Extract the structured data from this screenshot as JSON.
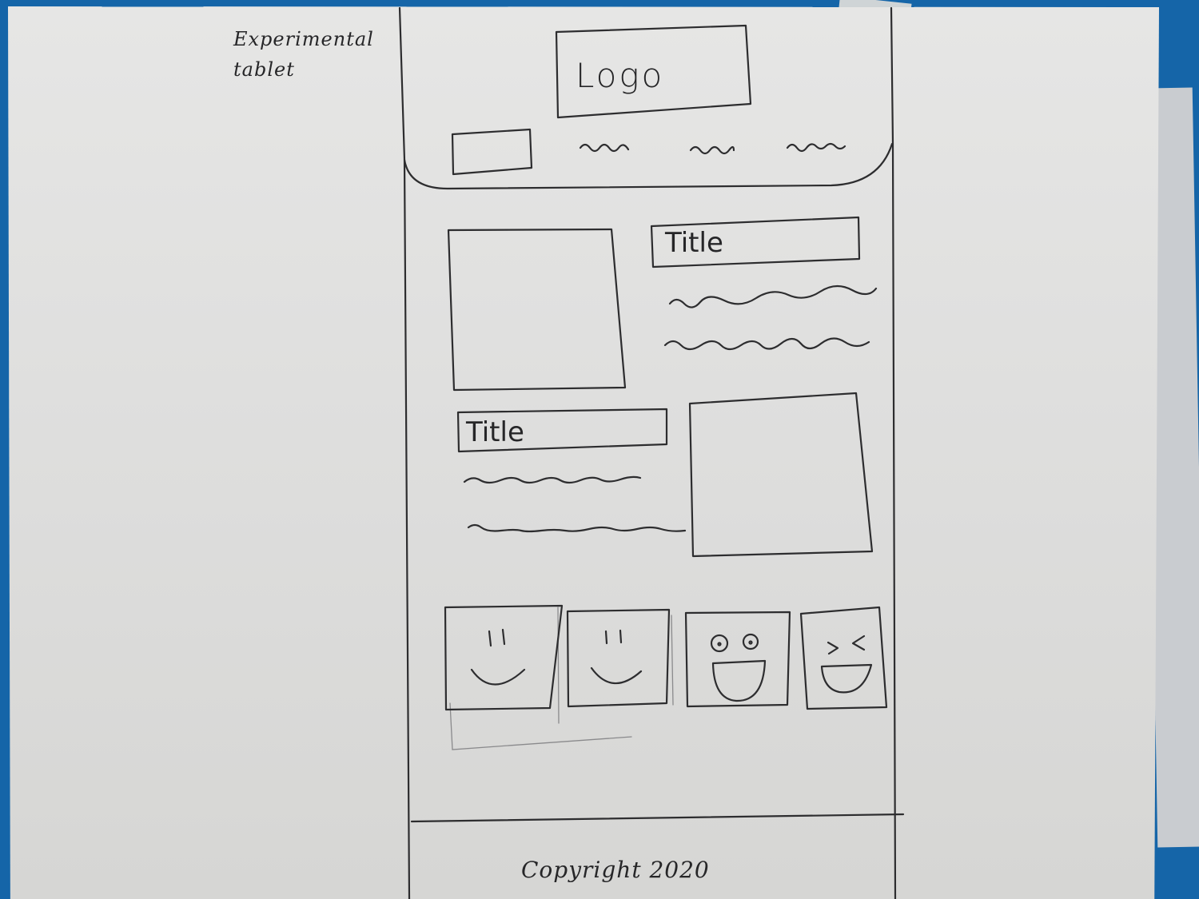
{
  "sketch": {
    "note_lines": [
      "Experimental",
      "tablet"
    ],
    "header": {
      "logo_label": "Logo",
      "nav_items": 3
    },
    "features": [
      {
        "title": "Title",
        "text_lines": 2,
        "image_side": "left"
      },
      {
        "title": "Title",
        "text_lines": 2,
        "image_side": "right"
      }
    ],
    "gallery": {
      "faces": [
        "smile-face-icon",
        "smile-face-icon",
        "laughing-face-icon",
        "grinning-squint-face-icon"
      ]
    },
    "footer": {
      "copyright": "Copyright 2020"
    }
  },
  "colors": {
    "desk": "#1565a8",
    "paper": "#e2e2e1",
    "ink": "#2d2d2f"
  }
}
